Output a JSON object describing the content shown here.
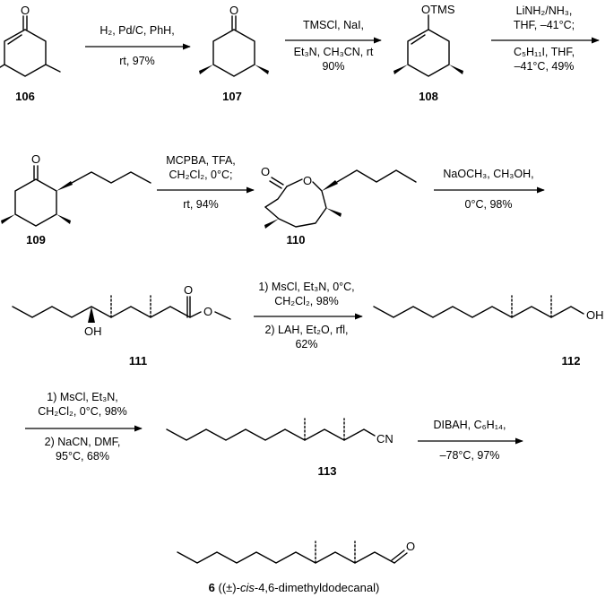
{
  "compounds": {
    "c106": {
      "label": "106"
    },
    "c107": {
      "label": "107"
    },
    "c108": {
      "label": "108",
      "substituent": "OTMS"
    },
    "c109": {
      "label": "109"
    },
    "c110": {
      "label": "110"
    },
    "c111": {
      "label": "111",
      "hydroxyl": "OH"
    },
    "c112": {
      "label": "112",
      "hydroxyl": "OH"
    },
    "c113": {
      "label": "113",
      "nitrile": "CN"
    },
    "c6": {
      "label_number": "6",
      "label_rest": " ((±)-",
      "label_italic": "cis",
      "label_end": "-4,6-dimethyldodecanal)"
    }
  },
  "steps": {
    "s1": {
      "line1": "H₂, Pd/C, PhH,",
      "line2": "rt,  97%"
    },
    "s2": {
      "line1": "TMSCl, NaI,",
      "line2": "Et₃N,  CH₃CN, rt",
      "line3": "90%"
    },
    "s3": {
      "line1": "LiNH₂/NH₃,",
      "line2": "THF,  –41°C;",
      "line3": "C₅H₁₁I, THF,",
      "line4": "–41°C,  49%"
    },
    "s4": {
      "line1": "MCPBA, TFA,",
      "line2": "CH₂Cl₂, 0°C;",
      "line3": "rt,  94%"
    },
    "s5": {
      "line1": "NaOCH₃, CH₃OH,",
      "line2": "0°C,  98%"
    },
    "s6": {
      "line1": "1) MsCl, Et₃N, 0°C,",
      "line2": "CH₂Cl₂, 98%",
      "line3": "2) LAH, Et₂O, rfl,",
      "line4": "62%"
    },
    "s7": {
      "line1": "1) MsCl, Et₃N,",
      "line2": "CH₂Cl₂, 0°C,  98%",
      "line3": "2) NaCN, DMF,",
      "line4": "95°C, 68%"
    },
    "s8": {
      "line1": "DIBAH, C₆H₁₄,",
      "line2": "–78°C,  97%"
    }
  }
}
